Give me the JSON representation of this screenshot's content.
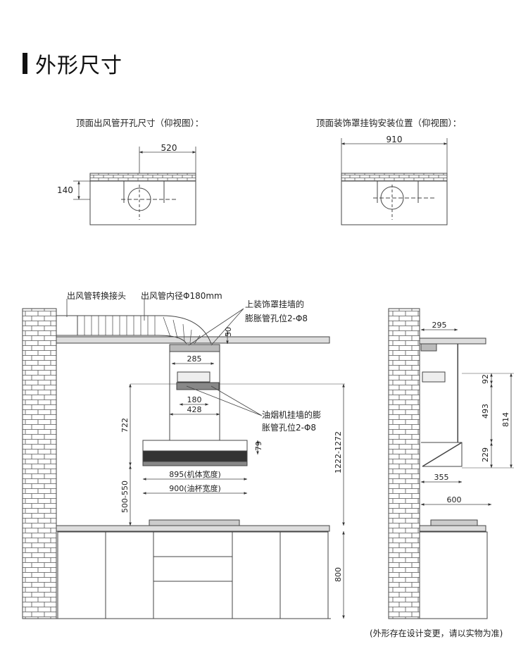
{
  "header": {
    "title": "外形尺寸"
  },
  "top_views": {
    "left_caption": "顶面出风管开孔尺寸（仰视图）：",
    "right_caption": "顶面装饰罩挂钩安装位置（仰视图）：",
    "dim_520": "520",
    "dim_140": "140",
    "dim_910": "910"
  },
  "front_view": {
    "label_connector": "出风管转换接头",
    "label_duct": "出风管内径Φ180mm",
    "label_cover_line1": "上装饰罩挂墙的",
    "label_cover_line2": "膨胀管孔位2-Φ8",
    "label_hood_line1": "油烟机挂墙的膨",
    "label_hood_line2": "胀管孔位2-Φ8",
    "dim_50": "50",
    "dim_285": "285",
    "dim_180": "180",
    "dim_428": "428",
    "dim_722": "722",
    "dim_79": "79",
    "dim_895": "895(机体宽度)",
    "dim_900": "900(油杯宽度)",
    "dim_500_550": "500-550",
    "dim_1222_1272": "1222-1272",
    "dim_800": "800"
  },
  "side_view": {
    "dim_295": "295",
    "dim_92": "92",
    "dim_493": "493",
    "dim_814": "814",
    "dim_229": "229",
    "dim_355": "355",
    "dim_600": "600"
  },
  "footer": {
    "note": "(外形存在设计变更，请以实物为准)"
  }
}
